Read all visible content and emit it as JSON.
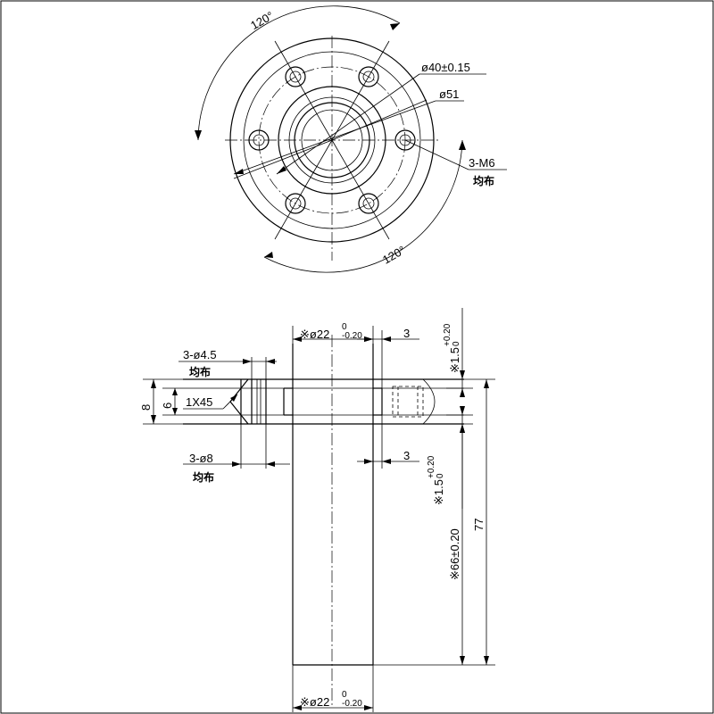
{
  "top_view": {
    "angle_top": "120°",
    "angle_bottom": "120°",
    "pcd": "ø40±0.15",
    "od": "ø51",
    "tap_holes": "3-M6",
    "tap_holes_note": "均布"
  },
  "side_view": {
    "top_dia": "※ø22",
    "top_dia_upper": "0",
    "top_dia_lower": "-0.20",
    "bottom_dia": "※ø22",
    "bottom_dia_upper": "0",
    "bottom_dia_lower": "-0.20",
    "flange_thickness_top": "3",
    "flange_thickness_bottom": "3",
    "step_top": "※1.5",
    "step_top_upper": "+0.20",
    "step_top_lower": "0",
    "step_bottom": "※1.5",
    "step_bottom_upper": "+0.20",
    "step_bottom_lower": "0",
    "body_length": "※66±0.20",
    "total_length": "77",
    "height_8": "8",
    "height_6": "6",
    "chamfer": "1X45",
    "holes_45": "3-ø4.5",
    "holes_45_note": "均布",
    "holes_8": "3-ø8",
    "holes_8_note": "均布"
  }
}
